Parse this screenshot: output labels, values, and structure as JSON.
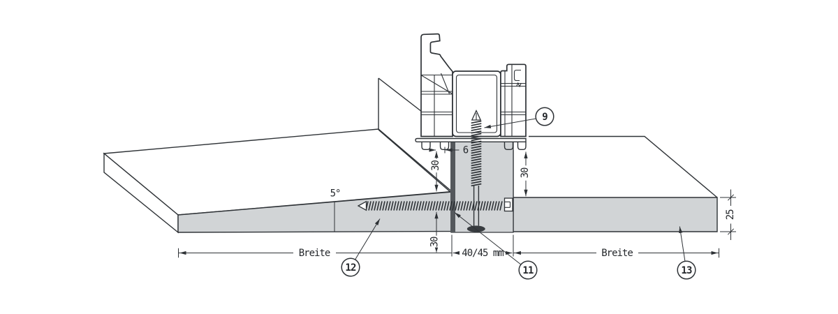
{
  "labels": {
    "angle": "5°",
    "gap6": "6",
    "h30_left": "30",
    "h30_right": "30",
    "v30_bottom": "30",
    "block_width": "40/45 mm",
    "thickness": "25",
    "breite_left": "Breite",
    "breite_right": "Breite"
  },
  "callouts": {
    "c9": "9",
    "c11": "11",
    "c12": "12",
    "c13": "13"
  },
  "colors": {
    "line": "#2e3236",
    "board_fill": "#d1d4d6",
    "edge_dark": "#54585c",
    "background": "#ffffff"
  }
}
